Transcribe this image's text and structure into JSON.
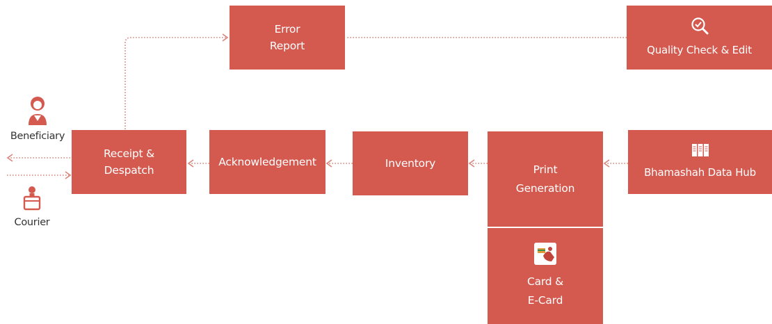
{
  "colors": {
    "box_fill": "#d45a50",
    "connector": "#d9847b",
    "actor_icon": "#d45a50",
    "actor_text": "#333333"
  },
  "nodes": {
    "error_report": {
      "label": "Error\nReport"
    },
    "quality_check": {
      "label": "Quality Check & Edit",
      "icon": "magnifier-check-icon"
    },
    "receipt_despatch": {
      "label": "Receipt &\nDespatch"
    },
    "acknowledgement": {
      "label": "Acknowledgement"
    },
    "inventory": {
      "label": "Inventory"
    },
    "print_generation": {
      "label": "Print\nGeneration"
    },
    "card_ecard": {
      "label": "Card &\nE-Card",
      "icon": "hand-card-icon"
    },
    "data_hub": {
      "label": "Bhamashah Data Hub",
      "icon": "data-hub-icon"
    }
  },
  "actors": {
    "beneficiary": {
      "label": "Beneficiary",
      "icon": "person-icon"
    },
    "courier": {
      "label": "Courier",
      "icon": "courier-icon"
    }
  },
  "edges": [
    {
      "from": "quality_check",
      "to": "error_report"
    },
    {
      "from": "receipt_despatch",
      "to": "error_report"
    },
    {
      "from": "acknowledgement",
      "to": "receipt_despatch"
    },
    {
      "from": "inventory",
      "to": "acknowledgement"
    },
    {
      "from": "print_generation",
      "to": "inventory"
    },
    {
      "from": "data_hub",
      "to": "print_generation"
    },
    {
      "from": "receipt_despatch",
      "to": "beneficiary"
    },
    {
      "from": "courier",
      "to": "receipt_despatch"
    }
  ]
}
